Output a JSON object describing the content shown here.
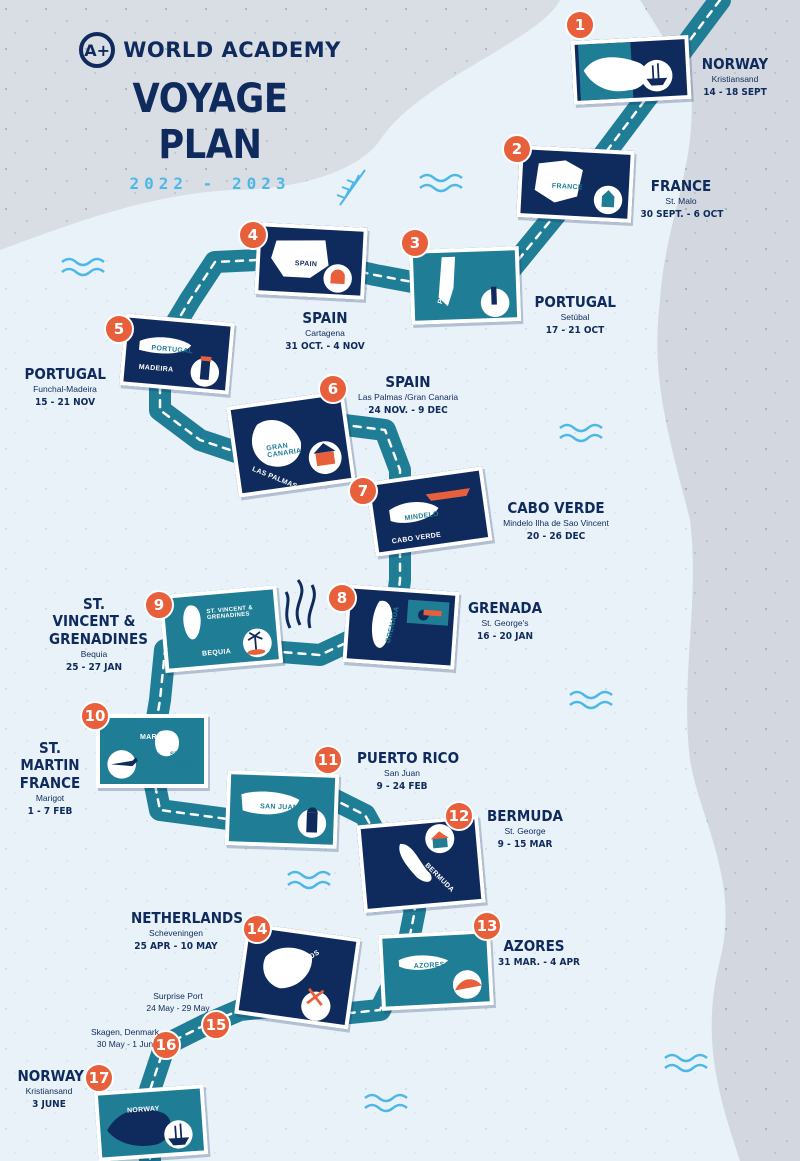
{
  "header": {
    "logo_mark": "A+",
    "brand": "WORLD ACADEMY",
    "title": "VOYAGE PLAN",
    "years": "2022 - 2023"
  },
  "colors": {
    "navy": "#0f2a5c",
    "teal": "#1f7d96",
    "badge": "#e8603b",
    "sky": "#4db8e8",
    "land": "#ffffff"
  },
  "stops": [
    {
      "n": "1",
      "country": "NORWAY",
      "city": "Kristiansand",
      "dates": "14 - 18 SEPT",
      "map_label": "",
      "icon": "tall-ship-icon"
    },
    {
      "n": "2",
      "country": "FRANCE",
      "city": "St. Malo",
      "dates": "30 SEPT. - 6 OCT",
      "map_label": "FRANCE",
      "icon": "church-icon"
    },
    {
      "n": "3",
      "country": "PORTUGAL",
      "city": "Setúbal",
      "dates": "17 - 21 OCT",
      "map_label": "PORTUGAL",
      "icon": "lighthouse-icon"
    },
    {
      "n": "4",
      "country": "SPAIN",
      "city": "Cartagena",
      "dates": "31 OCT. - 4 NOV",
      "map_label": "SPAIN",
      "icon": "fountain-icon"
    },
    {
      "n": "5",
      "country": "PORTUGAL",
      "city": "Funchal-Madeira",
      "dates": "15 - 21 NOV",
      "map_label": "MADEIRA",
      "map_label2": "PORTUGAL",
      "icon": "lighthouse-icon"
    },
    {
      "n": "6",
      "country": "SPAIN",
      "city": "Las Palmas /Gran Canaria",
      "dates": "24 NOV. - 9 DEC",
      "map_label": "GRAN CANARIA",
      "map_label2": "LAS PALMAS",
      "icon": "house-icon"
    },
    {
      "n": "7",
      "country": "CABO VERDE",
      "city": "Mindelo Ilha de Sao Vincent",
      "dates": "20 - 26 DEC",
      "map_label": "MINDELO",
      "map_label2": "CABO VERDE",
      "icon": "boat-icon"
    },
    {
      "n": "8",
      "country": "GRENADA",
      "city": "St. George's",
      "dates": "16 - 20 JAN",
      "map_label": "GRENADA",
      "icon": "cannon-icon"
    },
    {
      "n": "9",
      "country": "ST. VINCENT & GRENADINES",
      "city": "Bequia",
      "dates": "25 - 27 JAN",
      "map_label": "ST. VINCENT & GRENADINES",
      "map_label2": "BEQUIA",
      "icon": "palm-icon"
    },
    {
      "n": "10",
      "country": "ST. MARTIN FRANCE",
      "city": "Marigot",
      "dates": "1 - 7 FEB",
      "map_label": "MARIGOT",
      "map_label2": "ST. MARTIN FRANCE",
      "icon": "plane-icon"
    },
    {
      "n": "11",
      "country": "PUERTO RICO",
      "city": "San Juan",
      "dates": "9 - 24 FEB",
      "map_label": "SAN JUAN",
      "icon": "watchtower-icon"
    },
    {
      "n": "12",
      "country": "BERMUDA",
      "city": "St. George",
      "dates": "9 - 15 MAR",
      "map_label": "BERMUDA",
      "icon": "cottage-icon"
    },
    {
      "n": "13",
      "country": "AZORES",
      "city": "",
      "dates": "31 MAR. - 4 APR",
      "map_label": "AZORES",
      "icon": "whale-icon"
    },
    {
      "n": "14",
      "country": "NETHERLANDS",
      "city": "Scheveningen",
      "dates": "25 APR - 10 MAY",
      "map_label": "NETHERLANDS",
      "icon": "windmill-icon"
    },
    {
      "n": "15",
      "country": "",
      "city": "Surprise Port",
      "dates": "24 May - 29 May"
    },
    {
      "n": "16",
      "country": "",
      "city": "Skagen, Denmark",
      "dates": "30 May - 1 Jun"
    },
    {
      "n": "17",
      "country": "NORWAY",
      "city": "Kristiansand",
      "dates": "3 JUNE",
      "map_label": "NORWAY",
      "icon": "tall-ship-icon"
    }
  ]
}
